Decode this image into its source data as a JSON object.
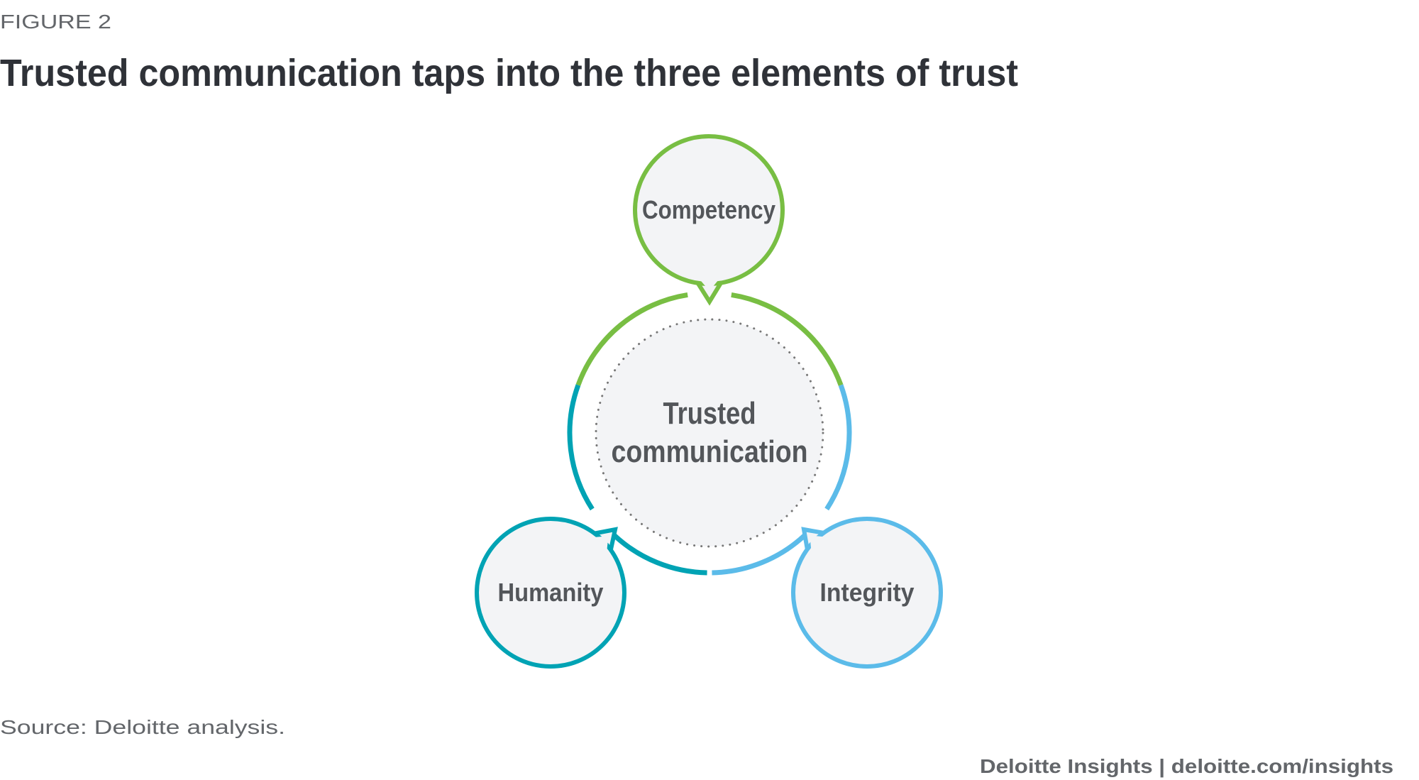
{
  "header": {
    "figure_label": "FIGURE 2",
    "title": "Trusted communication taps into the three elements of trust"
  },
  "diagram": {
    "center_label_line1": "Trusted",
    "center_label_line2": "communication",
    "elements": [
      {
        "label": "Competency",
        "color": "#78be43"
      },
      {
        "label": "Humanity",
        "color": "#00a3b4"
      },
      {
        "label": "Integrity",
        "color": "#5bbbe9"
      }
    ],
    "fill_color": "#f3f4f6",
    "text_color": "#53565a"
  },
  "footer": {
    "source": "Source: Deloitte analysis.",
    "brand": "Deloitte Insights | deloitte.com/insights"
  }
}
